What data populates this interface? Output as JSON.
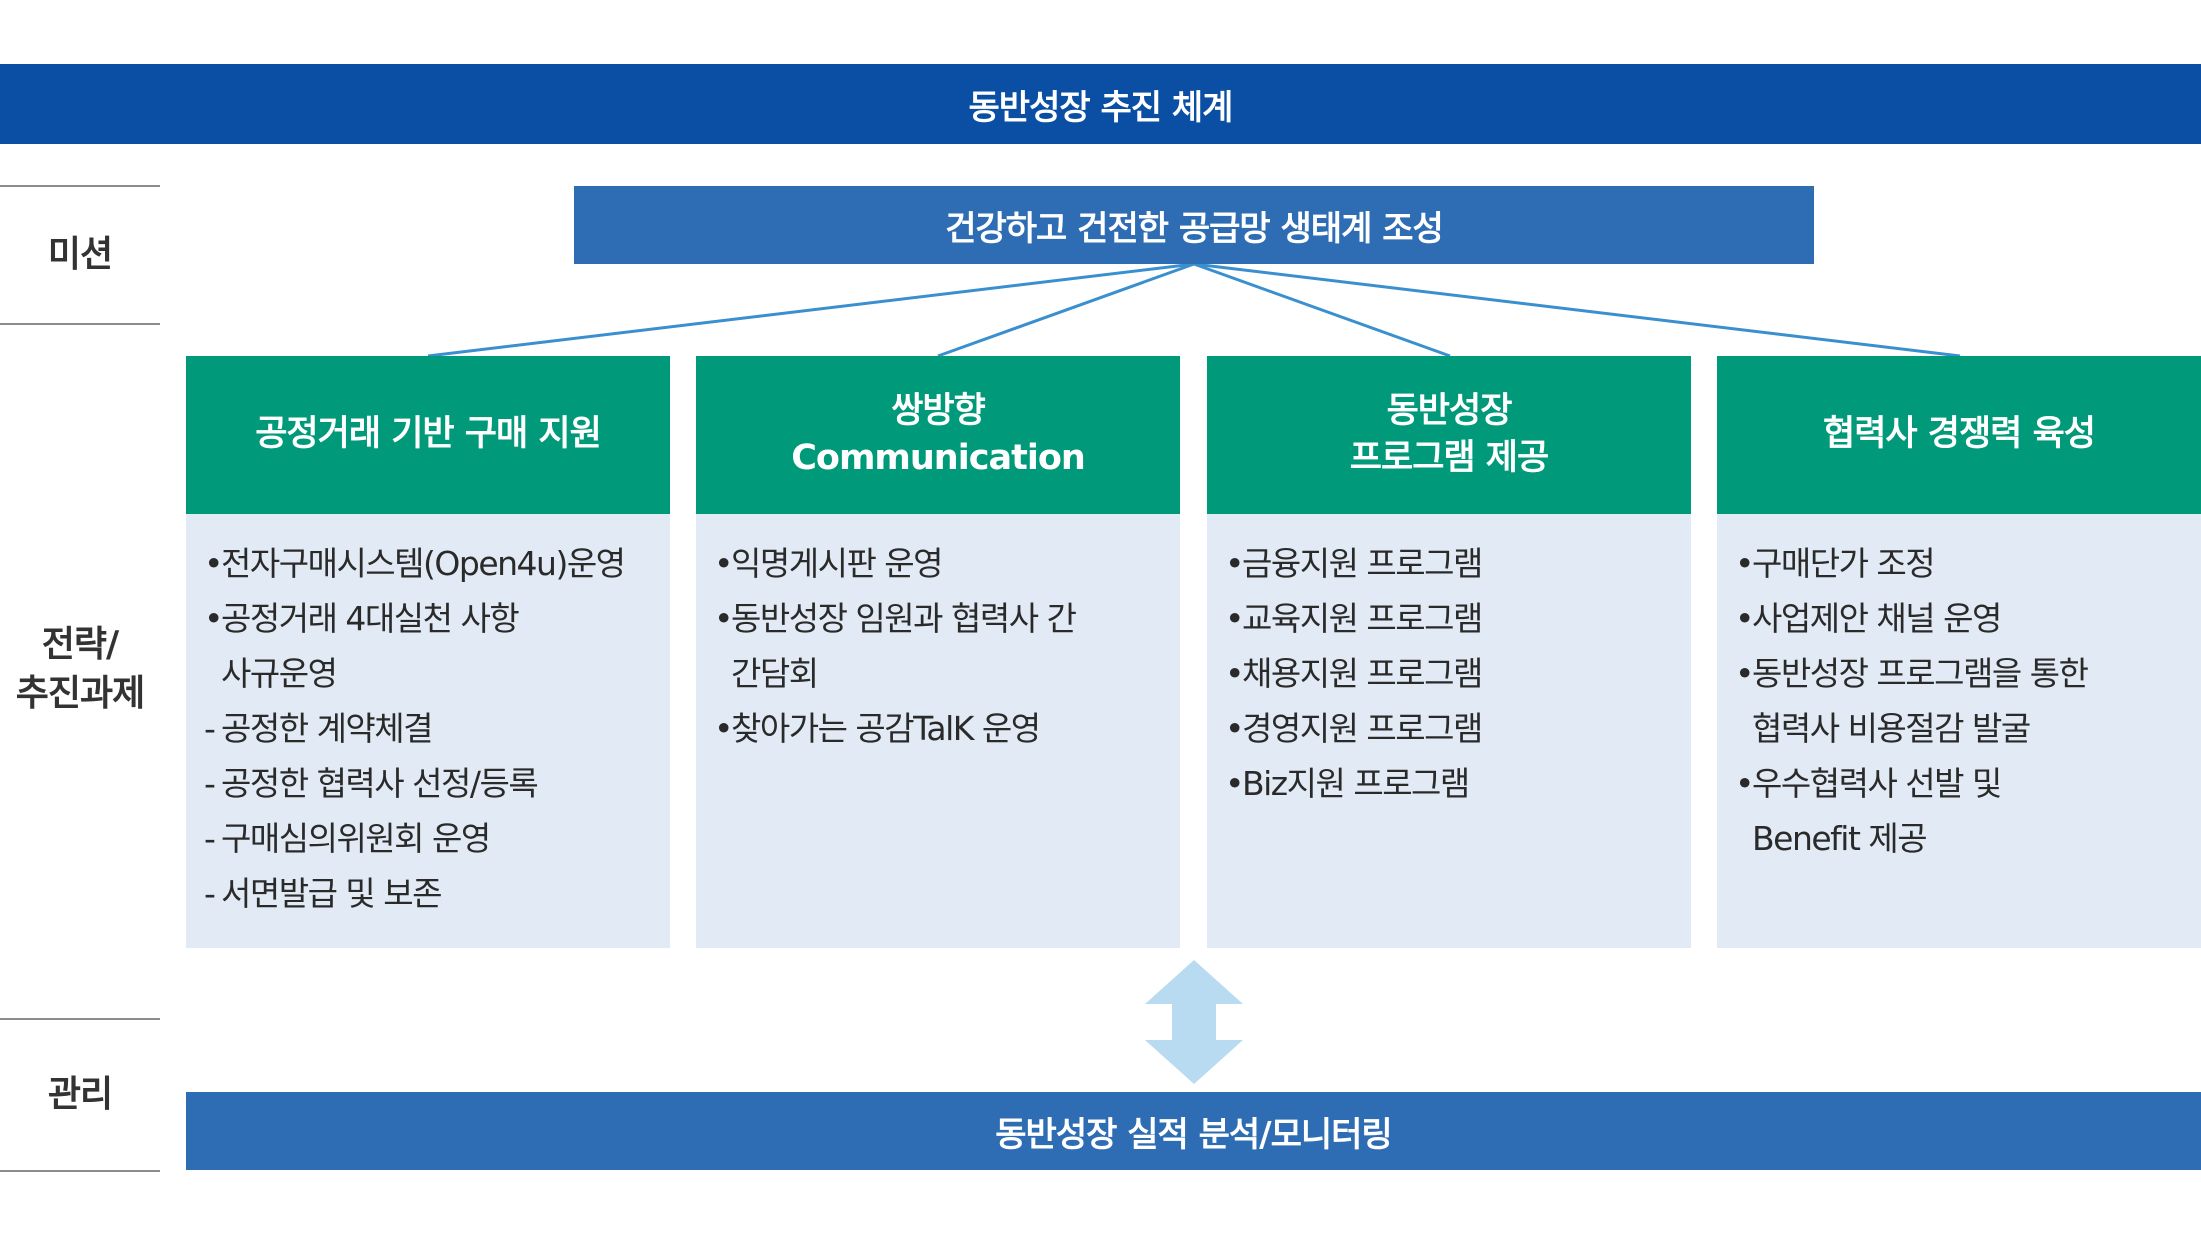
{
  "title": "동반성장 추진 체계",
  "row_labels": {
    "mission": "미션",
    "strategy_line1": "전략/",
    "strategy_line2": "추진과제",
    "management": "관리"
  },
  "mission": "건강하고 건전한 공급망 생태계 조성",
  "columns": [
    {
      "heading_line1": "공정거래 기반 구매 지원",
      "heading_line2": "",
      "items": [
        {
          "marker": "•",
          "text": "전자구매시스템(Open4u)운영"
        },
        {
          "marker": "•",
          "text": "공정거래 4대실천 사항"
        },
        {
          "marker": "",
          "text": "사규운영"
        },
        {
          "marker": "-",
          "text": "공정한 계약체결"
        },
        {
          "marker": "-",
          "text": "공정한 협력사 선정/등록"
        },
        {
          "marker": "-",
          "text": "구매심의위원회 운영"
        },
        {
          "marker": "-",
          "text": "서면발급 및 보존"
        }
      ]
    },
    {
      "heading_line1": "쌍방향",
      "heading_line2": "Communication",
      "items": [
        {
          "marker": "•",
          "text": "익명게시판 운영"
        },
        {
          "marker": "•",
          "text": "동반성장 임원과 협력사 간"
        },
        {
          "marker": "",
          "text": "간담회"
        },
        {
          "marker": "•",
          "text": "찾아가는 공감TalK 운영"
        }
      ]
    },
    {
      "heading_line1": "동반성장",
      "heading_line2": "프로그램 제공",
      "items": [
        {
          "marker": "•",
          "text": "금융지원 프로그램"
        },
        {
          "marker": "•",
          "text": "교육지원 프로그램"
        },
        {
          "marker": "•",
          "text": "채용지원 프로그램"
        },
        {
          "marker": "•",
          "text": "경영지원 프로그램"
        },
        {
          "marker": "•",
          "text": "Biz지원 프로그램"
        }
      ]
    },
    {
      "heading_line1": "협력사 경쟁력 육성",
      "heading_line2": "",
      "items": [
        {
          "marker": "•",
          "text": "구매단가 조정"
        },
        {
          "marker": "•",
          "text": "사업제안 채널 운영"
        },
        {
          "marker": "•",
          "text": "동반성장 프로그램을 통한"
        },
        {
          "marker": "",
          "text": "협력사 비용절감 발굴"
        },
        {
          "marker": "•",
          "text": "우수협력사 선발 및"
        },
        {
          "marker": "",
          "text": "Benefit 제공"
        }
      ]
    }
  ],
  "management": "동반성장 실적 분석/모니터링",
  "colors": {
    "title_bar": "#0a4fa3",
    "blue_bar": "#2e6db4",
    "column_head": "#009a7a",
    "column_body": "#e2ebf5",
    "connector": "#3a8fcf",
    "arrow": "#b9dbf1"
  }
}
